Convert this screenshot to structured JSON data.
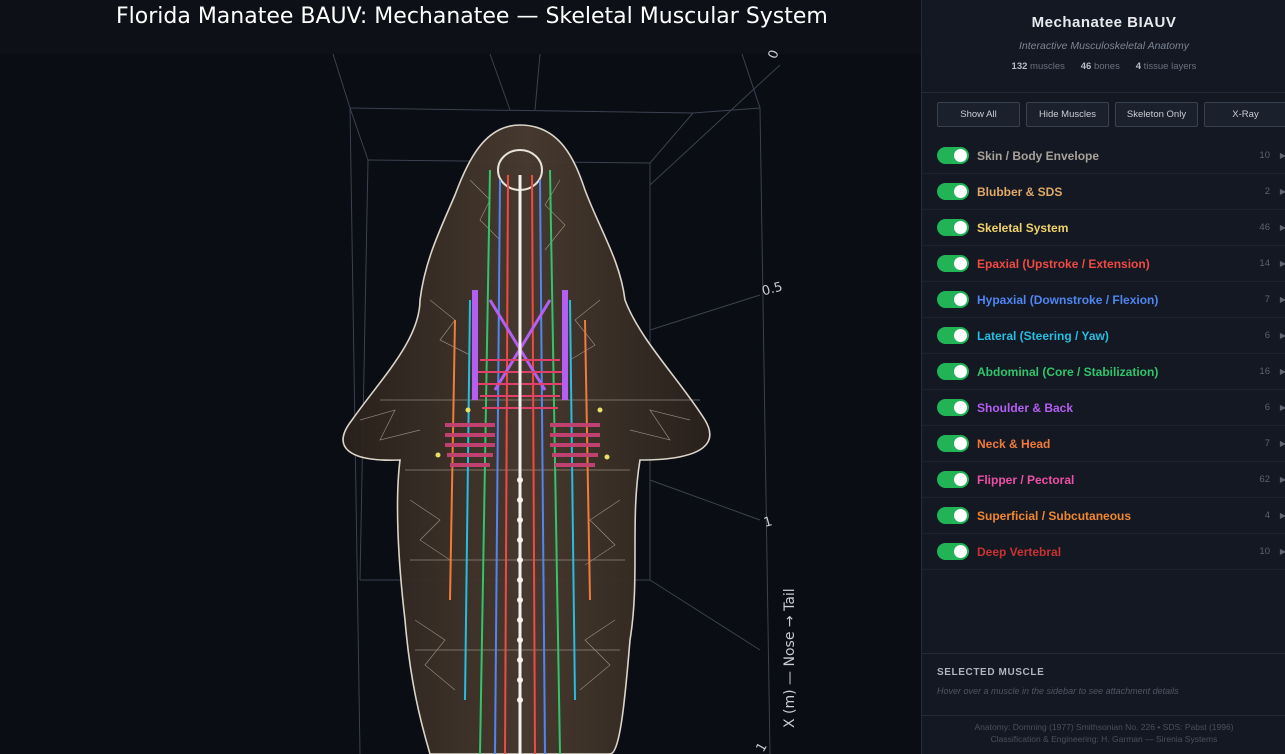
{
  "viewport": {
    "title": "Florida Manatee BAUV: Mechanatee — Skeletal Muscular System",
    "axis_title": "X (m) — Nose → Tail",
    "axis_ticks": [
      "0",
      "0.5",
      "1",
      "1"
    ]
  },
  "sidebar": {
    "title": "Mechanatee BIAUV",
    "subtitle": "Interactive Musculoskeletal Anatomy",
    "stats": [
      {
        "value": "132",
        "label": "muscles"
      },
      {
        "value": "46",
        "label": "bones"
      },
      {
        "value": "4",
        "label": "tissue layers"
      }
    ],
    "buttons": [
      "Show All",
      "Hide Muscles",
      "Skeleton Only",
      "X-Ray"
    ],
    "layers": [
      {
        "name": "Skin / Body Envelope",
        "count": "10",
        "color": "#a8a29a",
        "enabled": true
      },
      {
        "name": "Blubber & SDS",
        "count": "2",
        "color": "#e0a869",
        "enabled": true
      },
      {
        "name": "Skeletal System",
        "count": "46",
        "color": "#f2d36b",
        "enabled": true
      },
      {
        "name": "Epaxial (Upstroke / Extension)",
        "count": "14",
        "color": "#ef4a43",
        "enabled": true
      },
      {
        "name": "Hypaxial (Downstroke / Flexion)",
        "count": "7",
        "color": "#4f86f2",
        "enabled": true
      },
      {
        "name": "Lateral (Steering / Yaw)",
        "count": "6",
        "color": "#27bde0",
        "enabled": true
      },
      {
        "name": "Abdominal (Core / Stabilization)",
        "count": "16",
        "color": "#30c56a",
        "enabled": true
      },
      {
        "name": "Shoulder & Back",
        "count": "6",
        "color": "#b45ef2",
        "enabled": true
      },
      {
        "name": "Neck & Head",
        "count": "7",
        "color": "#f27a3a",
        "enabled": true
      },
      {
        "name": "Flipper / Pectoral",
        "count": "62",
        "color": "#ee4fa6",
        "enabled": true
      },
      {
        "name": "Superficial / Subcutaneous",
        "count": "4",
        "color": "#f2872f",
        "enabled": true
      },
      {
        "name": "Deep Vertebral",
        "count": "10",
        "color": "#c93232",
        "enabled": true
      }
    ],
    "selected": {
      "heading": "SELECTED MUSCLE",
      "placeholder": "Hover over a muscle in the sidebar to see attachment details"
    },
    "credits": [
      "Anatomy: Domning (1977) Smithsonian No. 226 • SDS: Pabst (1996)",
      "Classification & Engineering: H. Garman — Sirenia Systems"
    ]
  }
}
